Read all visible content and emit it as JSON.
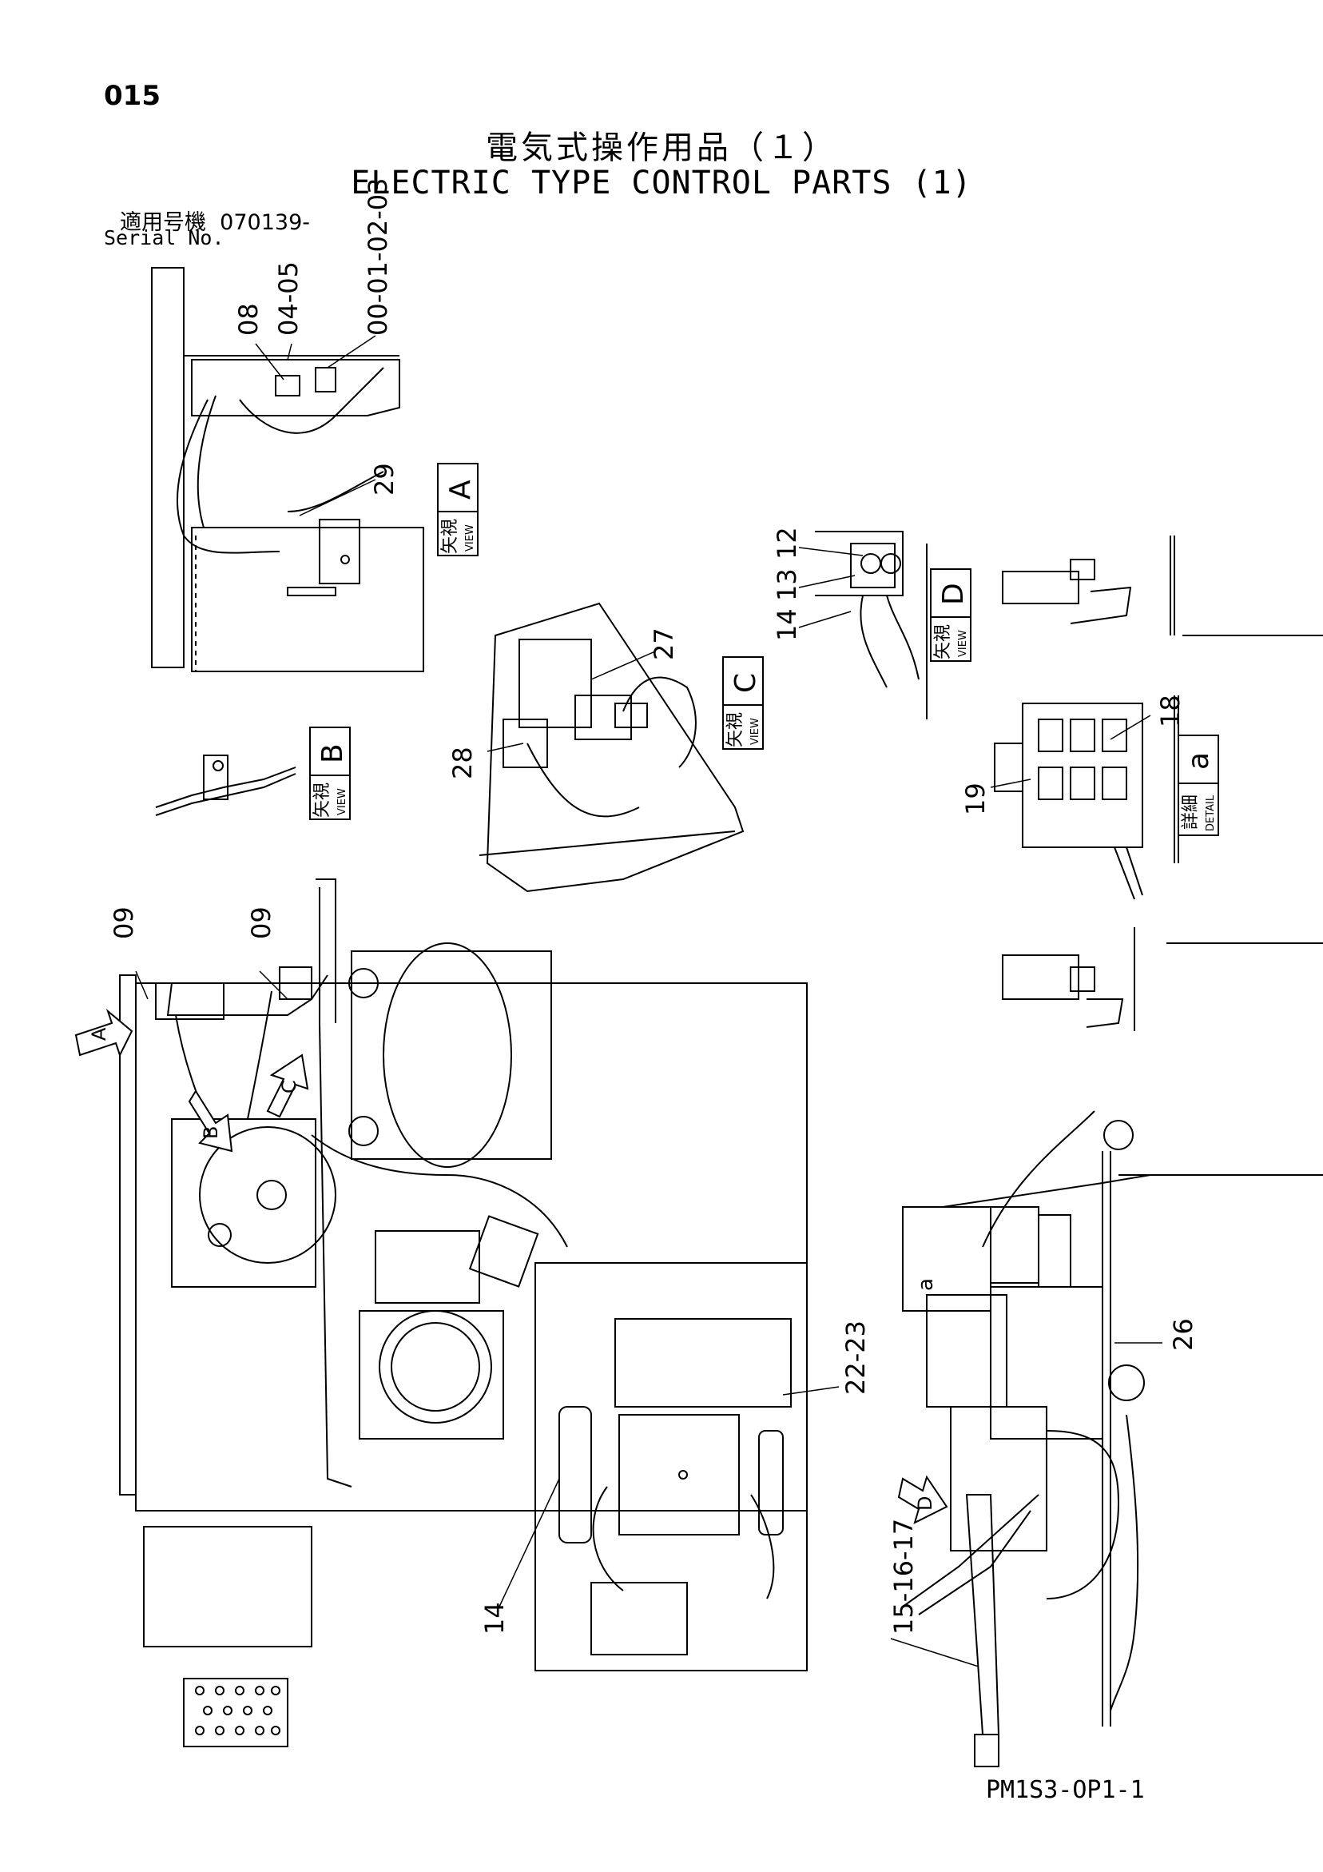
{
  "header": {
    "page_number": "015",
    "title_jp": "電気式操作用品（１）",
    "title_en": "ELECTRIC TYPE CONTROL PARTS (1)",
    "serial_label_jp": "適用号機",
    "serial_value": "070139-",
    "serial_label_en": "Serial No."
  },
  "callouts": {
    "c08": "08",
    "c04_05": "04-05",
    "c00_03": "00-01-02-03",
    "c29": "29",
    "c27": "27",
    "c28": "28",
    "c12": "12",
    "c13": "13",
    "c14a": "14",
    "c18": "18",
    "c19": "19",
    "c09a": "09",
    "c09b": "09",
    "c22_23": "22-23",
    "c26": "26",
    "c14b": "14",
    "c15_17": "15-16-17"
  },
  "views": {
    "a": {
      "jp": "矢視",
      "en": "VIEW",
      "letter": "A"
    },
    "b": {
      "jp": "矢視",
      "en": "VIEW",
      "letter": "B"
    },
    "c": {
      "jp": "矢視",
      "en": "VIEW",
      "letter": "C"
    },
    "d": {
      "jp": "矢視",
      "en": "VIEW",
      "letter": "D"
    },
    "detail_a": {
      "jp": "詳細",
      "en": "DETAIL",
      "letter": "a"
    }
  },
  "arrows": {
    "A": "A",
    "B": "B",
    "C": "C",
    "D": "D",
    "a": "a"
  },
  "footer": {
    "doc_code": "PM1S3-OP1-1"
  }
}
